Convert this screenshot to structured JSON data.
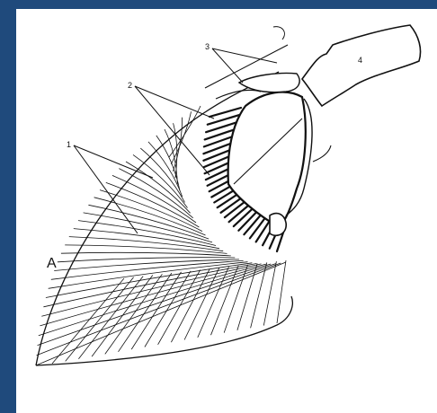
{
  "figure": {
    "panel_letter": "A",
    "labels": {
      "one": "1",
      "two": "2",
      "three": "3",
      "four": "4"
    }
  },
  "colors": {
    "border": "#1f4a7c",
    "background": "#ffffff",
    "ink": "#111111"
  }
}
